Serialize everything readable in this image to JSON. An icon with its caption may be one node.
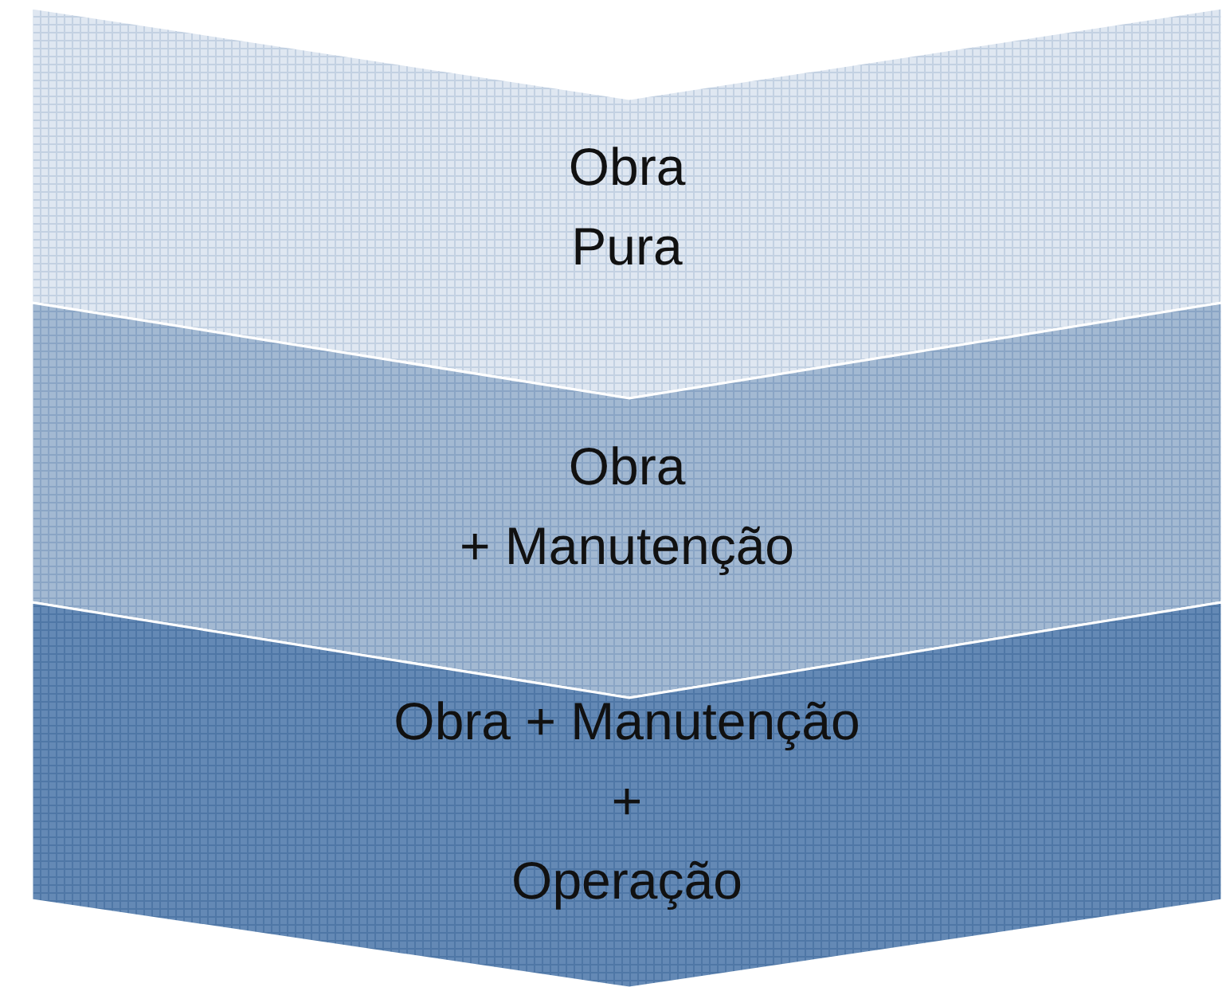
{
  "diagram": {
    "nodes": [
      {
        "text": [
          "Obra Pura"
        ]
      },
      {
        "text": [
          "Obra + Manutenção"
        ]
      },
      {
        "text": [
          "Obra + Manutenção + Operação"
        ]
      }
    ]
  }
}
